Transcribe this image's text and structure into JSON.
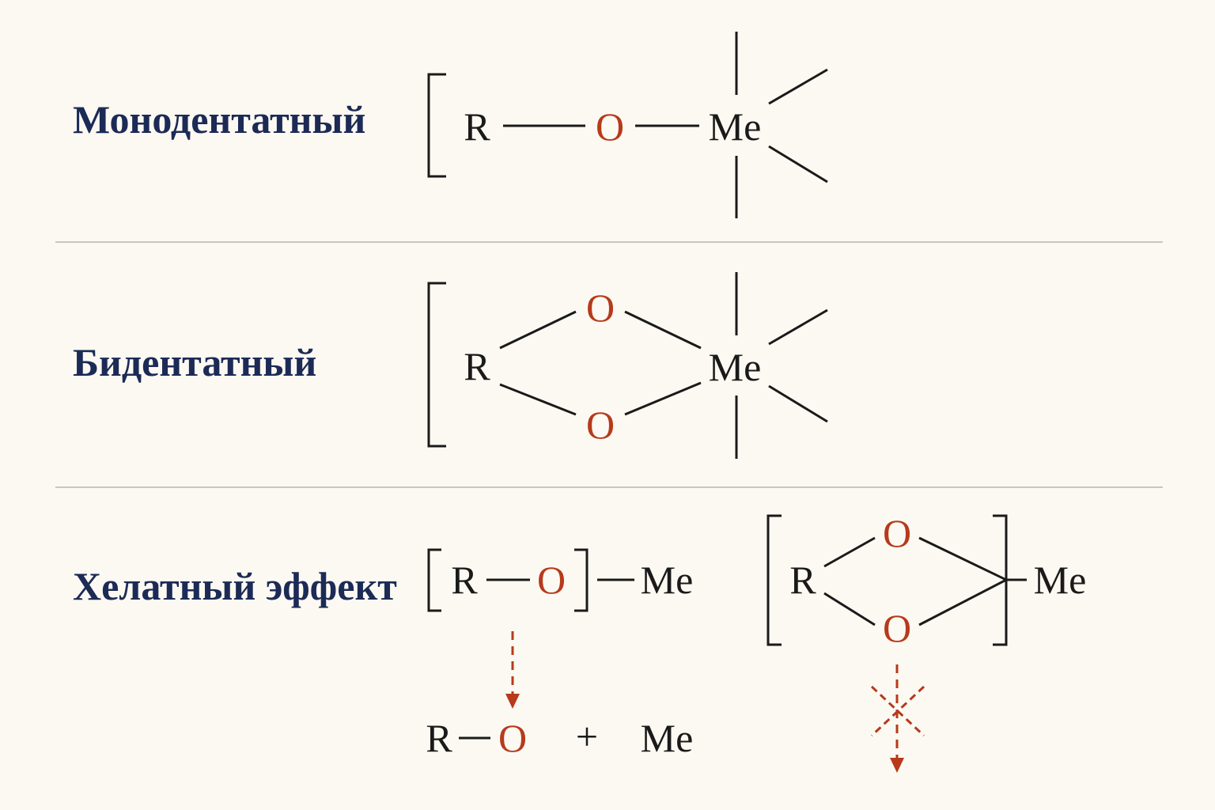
{
  "sections": {
    "monodentate": {
      "label": "Монодентатный"
    },
    "bidentate": {
      "label": "Бидентатный"
    },
    "chelate": {
      "label": "Хелатный эффект"
    }
  },
  "atoms": {
    "R": "R",
    "O": "O",
    "Me": "Me",
    "plus": "+"
  },
  "colors": {
    "heading": "#1c2a56",
    "oxygen": "#b63a1b",
    "bond": "#1a1a1a",
    "arrow": "#b63a1b",
    "background": "#fcf9f2"
  }
}
